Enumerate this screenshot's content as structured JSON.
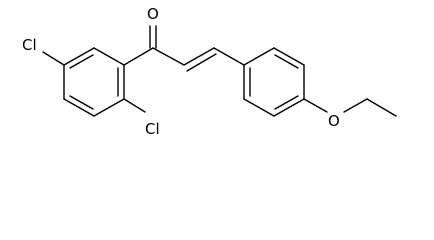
{
  "molecule": {
    "atoms": {
      "oxygen_carbonyl": "O",
      "chlorine_left": "Cl",
      "chlorine_bottom": "Cl",
      "oxygen_ether": "O"
    }
  }
}
